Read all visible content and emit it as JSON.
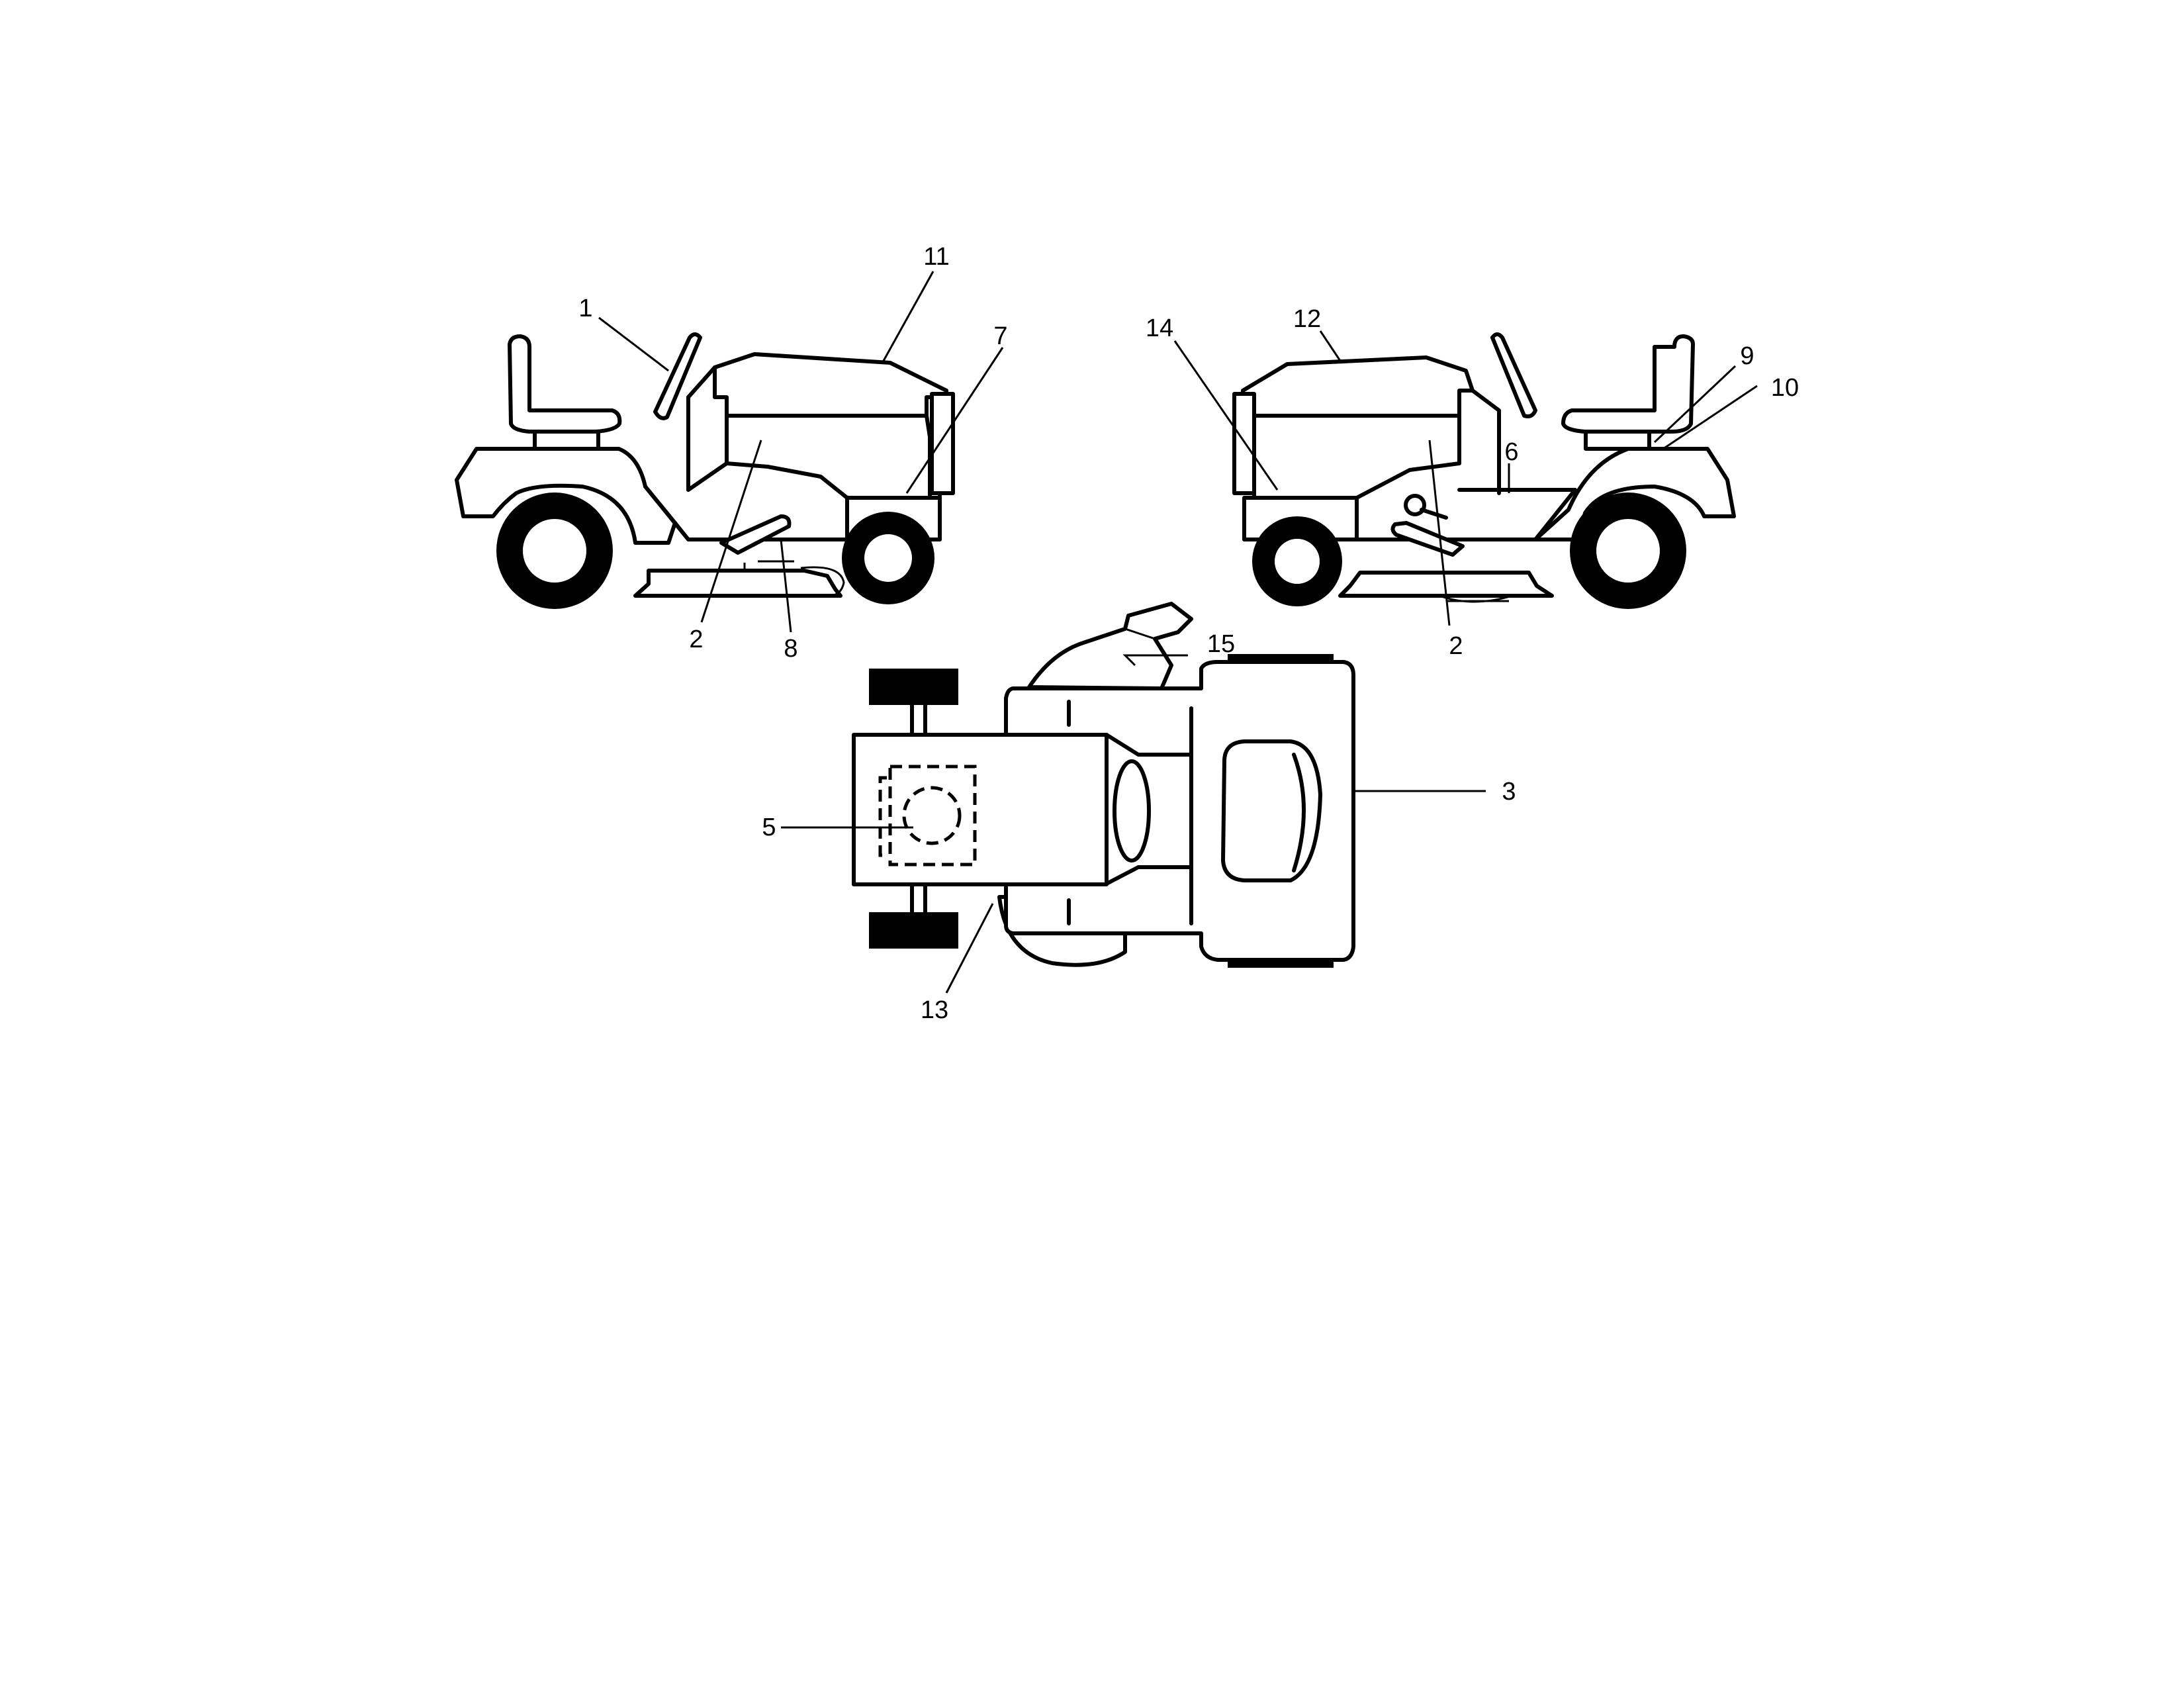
{
  "callouts": {
    "c1": "1",
    "c11": "11",
    "c7": "7",
    "c2_left": "2",
    "c8": "8",
    "c14": "14",
    "c12": "12",
    "c9": "9",
    "c10": "10",
    "c6": "6",
    "c2_right": "2",
    "c15": "15",
    "c3": "3",
    "c5": "5",
    "c13": "13"
  }
}
